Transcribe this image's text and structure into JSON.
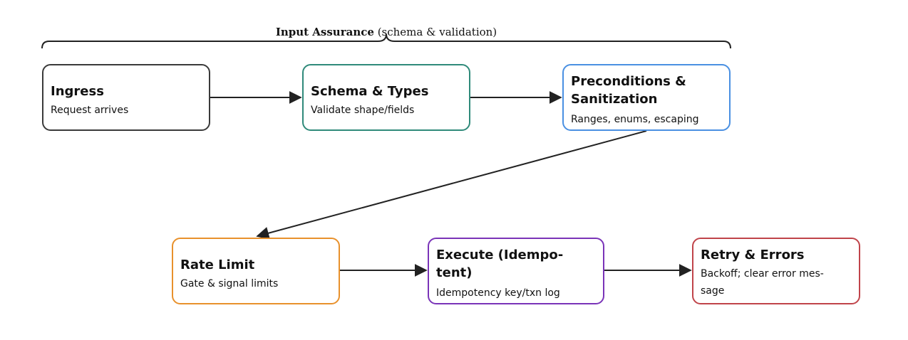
{
  "brace": {
    "label_bold": "Input Assurance",
    "label_rest": " (schema & validation)"
  },
  "nodes": {
    "ingress": {
      "title": "Ingress",
      "subtitle": "Request arrives",
      "color": "#3a3a3a"
    },
    "schema": {
      "title": "Schema & Types",
      "subtitle": "Validate shape/fields",
      "color": "#2f8a7a"
    },
    "precond": {
      "title_line1": "Preconditions &",
      "title_line2": "Sanitization",
      "subtitle": "Ranges, enums, escaping",
      "color": "#4a90e2"
    },
    "rate": {
      "title": "Rate Limit",
      "subtitle": "Gate & signal limits",
      "color": "#e8912c"
    },
    "exec": {
      "title_line1": "Execute (Idempo-",
      "title_line2": "tent)",
      "subtitle": "Idempotency key/txn log",
      "color": "#7a34b8"
    },
    "retry": {
      "title": "Retry & Errors",
      "subtitle_line1": "Backoff; clear error mes-",
      "subtitle_line2": "sage",
      "color": "#c0444a"
    }
  },
  "edges": [
    [
      "ingress",
      "schema"
    ],
    [
      "schema",
      "precond"
    ],
    [
      "precond",
      "rate"
    ],
    [
      "rate",
      "exec"
    ],
    [
      "exec",
      "retry"
    ]
  ]
}
